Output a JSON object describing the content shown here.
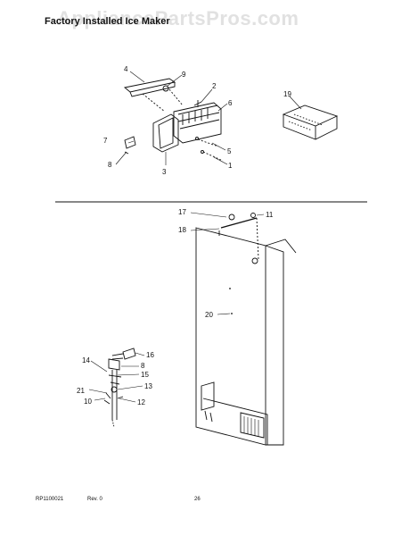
{
  "header": {
    "title": "Factory Installed Ice Maker",
    "watermark": "AppliancePartsPros.com"
  },
  "diagram": {
    "callouts": [
      "4",
      "9",
      "2",
      "6",
      "19",
      "7",
      "8",
      "3",
      "5",
      "1",
      "17",
      "11",
      "18",
      "20",
      "16",
      "14",
      "8",
      "15",
      "21",
      "13",
      "10",
      "12"
    ]
  },
  "footer": {
    "code": "RP1100021",
    "revision": "Rev. 0",
    "page": "26"
  }
}
